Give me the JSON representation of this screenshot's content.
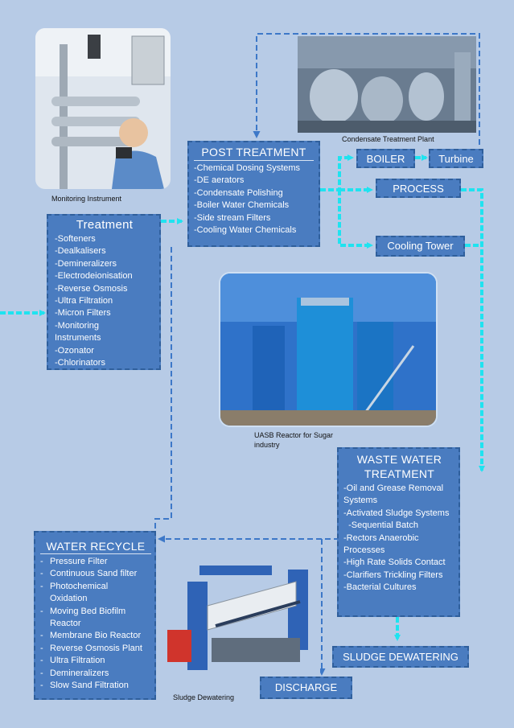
{
  "treatment": {
    "title": "Treatment",
    "items": [
      "-Softeners",
      "-Dealkalisers",
      "-Demineralizers",
      "-Electrodeionisation",
      "-Reverse Osmosis",
      "-Ultra Filtration",
      "-Micron Filters",
      "-Monitoring Instruments",
      "-Ozonator",
      "-Chlorinators"
    ]
  },
  "post_treatment": {
    "title": "POST  TREATMENT",
    "items": [
      "-Chemical Dosing Systems",
      "-DE aerators",
      "-Condensate Polishing",
      "-Boiler Water Chemicals",
      "-Side stream Filters",
      "-Cooling Water Chemicals"
    ]
  },
  "boiler": {
    "label": "BOILER"
  },
  "turbine": {
    "label": "Turbine"
  },
  "process": {
    "label": "PROCESS"
  },
  "cooling_tower": {
    "label": "Cooling Tower"
  },
  "waste_water": {
    "title": "WASTE WATER TREATMENT",
    "items": [
      "-Oil and Grease Removal Systems",
      "-Activated Sludge Systems",
      "  -Sequential Batch",
      "-Rectors Anaerobic Processes",
      "-High Rate Solids Contact",
      "-Clarifiers Trickling Filters",
      "-Bacterial Cultures"
    ]
  },
  "water_recycle": {
    "title": "WATER RECYCLE",
    "items": [
      "Pressure Filter",
      "Continuous Sand filter",
      "Photochemical Oxidation",
      "Moving Bed Biofilm Reactor",
      "Membrane Bio Reactor",
      "Reverse Osmosis Plant",
      "Ultra Filtration",
      "Demineralizers",
      "Slow Sand Filtration"
    ]
  },
  "sludge_dewatering_box": {
    "label": "SLUDGE DEWATERING"
  },
  "discharge": {
    "label": "DISCHARGE"
  },
  "captions": {
    "monitoring": "Monitoring Instrument",
    "condensate": "Condensate Treatment Plant",
    "uasb": "UASB Reactor for Sugar industry",
    "sludge": "Sludge Dewatering"
  },
  "colors": {
    "background": "#b7cbe6",
    "box_fill": "#4a7cc0",
    "box_border": "#2f5f9c",
    "flow_arrow": "#1fe3f0",
    "dashed_line": "#3d78c8"
  }
}
